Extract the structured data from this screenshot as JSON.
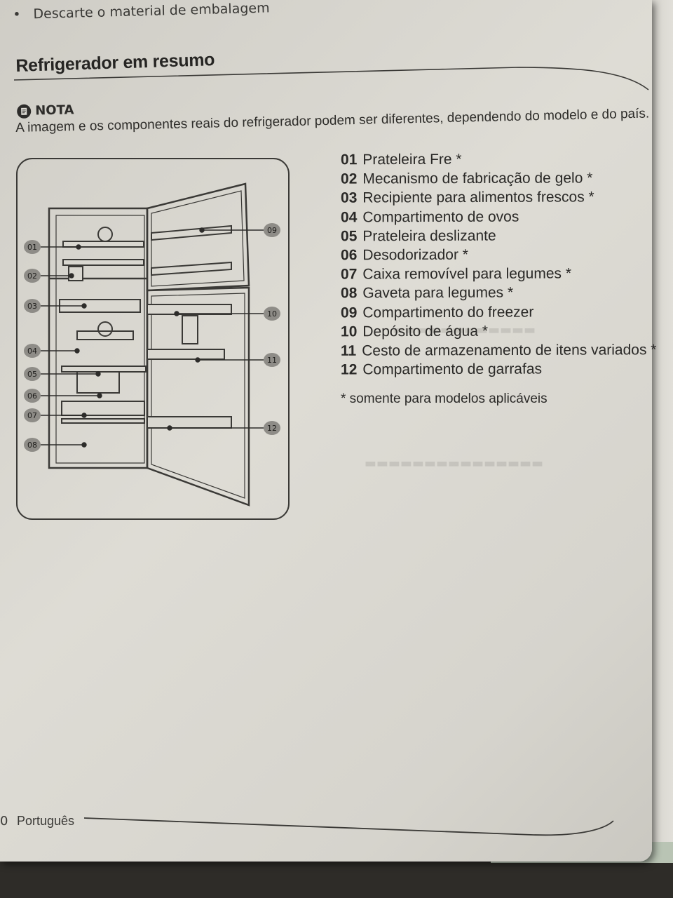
{
  "top_bullet": "Descarte o material de embalagem",
  "title": "Refrigerador em resumo",
  "note": {
    "label": "NOTA",
    "text": "A imagem e os componentes reais do refrigerador podem ser diferentes, dependendo do modelo e do país."
  },
  "diagram_labels": [
    "01",
    "02",
    "03",
    "04",
    "05",
    "06",
    "07",
    "08",
    "09",
    "10",
    "11",
    "12"
  ],
  "legend": [
    {
      "num": "01",
      "label": "Prateleira Fre *"
    },
    {
      "num": "02",
      "label": "Mecanismo de fabricação de gelo *"
    },
    {
      "num": "03",
      "label": "Recipiente para alimentos frescos *"
    },
    {
      "num": "04",
      "label": "Compartimento de ovos"
    },
    {
      "num": "05",
      "label": "Prateleira deslizante"
    },
    {
      "num": "06",
      "label": "Desodorizador *"
    },
    {
      "num": "07",
      "label": "Caixa removível para legumes *"
    },
    {
      "num": "08",
      "label": "Gaveta para legumes *"
    },
    {
      "num": "09",
      "label": "Compartimento do freezer"
    },
    {
      "num": "10",
      "label": "Depósito de água *"
    },
    {
      "num": "11",
      "label": "Cesto de armazenamento de itens variados *"
    },
    {
      "num": "12",
      "label": "Compartimento de garrafas"
    }
  ],
  "legend_note": "* somente para modelos aplicáveis",
  "footer": {
    "page_number": "0",
    "language": "Português"
  },
  "icons": {
    "note": "note-document-icon"
  }
}
